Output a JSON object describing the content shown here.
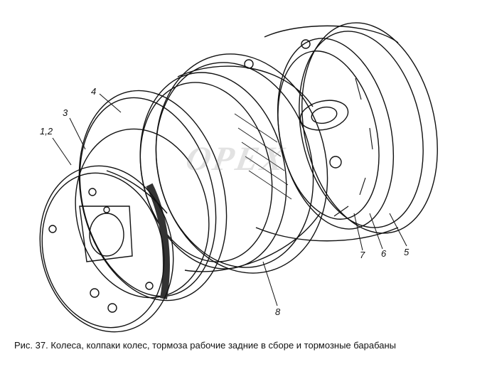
{
  "figure": {
    "caption": "Рис. 37. Колеса, колпаки колес, тормоза рабочие задние в сборе и тормозные барабаны",
    "watermark": "ОРЕХ"
  },
  "callouts": [
    {
      "id": "1-2",
      "text": "1,2"
    },
    {
      "id": "3",
      "text": "3"
    },
    {
      "id": "4",
      "text": "4"
    },
    {
      "id": "5",
      "text": "5"
    },
    {
      "id": "6",
      "text": "6"
    },
    {
      "id": "7",
      "text": "7"
    },
    {
      "id": "8",
      "text": "8"
    }
  ],
  "colors": {
    "ink": "#111111",
    "paper": "#ffffff"
  }
}
